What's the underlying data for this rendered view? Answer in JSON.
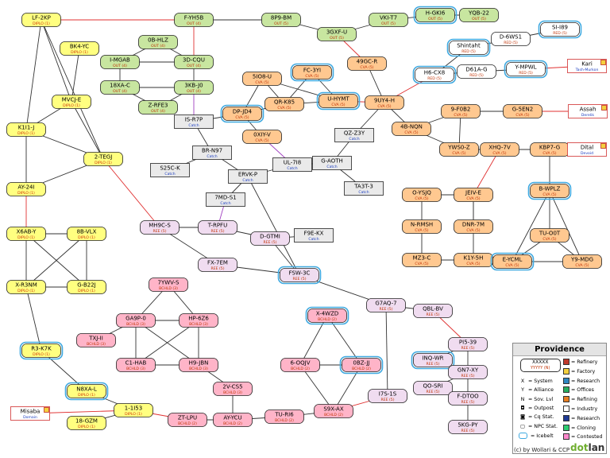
{
  "legend": {
    "title": "Providence",
    "sample_name": "XXXXX",
    "sample_sub": "YYYYY (N)",
    "col1": [
      {
        "key": "X",
        "label": "= System"
      },
      {
        "key": "Y",
        "label": "= Alliance"
      },
      {
        "key": "N",
        "label": "= Sov. Lvl"
      },
      {
        "key": "◘",
        "label": "= Outpost"
      },
      {
        "key": "◙",
        "label": "= Cq Stat."
      },
      {
        "key": "▢",
        "label": "= NPC Stat."
      },
      {
        "key": "▭",
        "label": "= Icebelt"
      }
    ],
    "col2": [
      {
        "label": "= Refinery",
        "color": "#c0392b"
      },
      {
        "label": "= Factory",
        "color": "#f4d03f"
      },
      {
        "label": "= Research",
        "color": "#2e86c1"
      },
      {
        "label": "= Offices",
        "color": "#27ae60"
      },
      {
        "label": "= Refining",
        "color": "#e67e22"
      },
      {
        "label": "= Industry",
        "color": "#ffffff"
      },
      {
        "label": "= Research",
        "color": "#1f3a93"
      },
      {
        "label": "= Cloning",
        "color": "#2ecc71"
      },
      {
        "label": "= Contested",
        "color": "#ff88cc"
      }
    ]
  },
  "credits": "(c) by Wollari & CCP",
  "logo": {
    "a": "dot",
    "b": "lan"
  },
  "colors": {
    "DIPLO": "#ffff80",
    "OUT": "#c8e6a0",
    "CVA": "#ffc890",
    "RED": "#ffffff",
    "REE": "#f0dcf0",
    "BCHLD": "#ffb4c8",
    "CATCH": "#eaeaea",
    "NPC": "#ffffff"
  },
  "subcolors": {
    "DIPLO": "#d03000",
    "OUT": "#c03000",
    "CVA": "#c03000",
    "RED": "#c03000",
    "REE": "#c03000",
    "BCHLD": "#c03000",
    "CATCH": "#1a3cc0",
    "NPC": "#1a3cc0"
  },
  "nodes": [
    {
      "id": "LF-2KP",
      "sub": "DIPLO (1)",
      "c": "DIPLO"
    },
    {
      "id": "BK4-YC",
      "sub": "DIPLO (1)",
      "c": "DIPLO"
    },
    {
      "id": "MVCJ-E",
      "sub": "DIPLO (1)",
      "c": "DIPLO"
    },
    {
      "id": "K1I1-J",
      "sub": "DIPLO (1)",
      "c": "DIPLO"
    },
    {
      "id": "2-TEGJ",
      "sub": "DIPLO (1)",
      "c": "DIPLO"
    },
    {
      "id": "AY-24I",
      "sub": "DIPLO (1)",
      "c": "DIPLO"
    },
    {
      "id": "X6AB-Y",
      "sub": "DIPLO (1)",
      "c": "DIPLO"
    },
    {
      "id": "8B-VLX",
      "sub": "DIPLO (1)",
      "c": "DIPLO"
    },
    {
      "id": "X-R3NM",
      "sub": "DIPLO (1)",
      "c": "DIPLO"
    },
    {
      "id": "G-B22J",
      "sub": "DIPLO (1)",
      "c": "DIPLO"
    },
    {
      "id": "R3-K7K",
      "sub": "DIPLO (1)",
      "c": "DIPLO",
      "ice": true
    },
    {
      "id": "N8XA-L",
      "sub": "DIPLO (1)",
      "c": "DIPLO",
      "ice": true
    },
    {
      "id": "Misaba",
      "sub": "Domain",
      "c": "NPC"
    },
    {
      "id": "1-1I53",
      "sub": "DIPLO (1)",
      "c": "DIPLO"
    },
    {
      "id": "18-GZM",
      "sub": "DIPLO (1)",
      "c": "DIPLO"
    },
    {
      "id": "F-YH5B",
      "sub": "OUT (4)",
      "c": "OUT"
    },
    {
      "id": "0B-HLZ",
      "sub": "OUT (4)",
      "c": "OUT"
    },
    {
      "id": "I-MGAB",
      "sub": "OUT (4)",
      "c": "OUT"
    },
    {
      "id": "3D-CQU",
      "sub": "OUT (4)",
      "c": "OUT"
    },
    {
      "id": "18XA-C",
      "sub": "OUT (4)",
      "c": "OUT"
    },
    {
      "id": "3KB-J0",
      "sub": "OUT (4)",
      "c": "OUT"
    },
    {
      "id": "Z-RFE3",
      "sub": "OUT (4)",
      "c": "OUT"
    },
    {
      "id": "8P9-BM",
      "sub": "OUT (5)",
      "c": "OUT"
    },
    {
      "id": "VKI-T7",
      "sub": "OUT (5)",
      "c": "OUT"
    },
    {
      "id": "H-GKI6",
      "sub": "OUT (5)",
      "c": "OUT",
      "ice": true
    },
    {
      "id": "YQB-22",
      "sub": "OUT (5)",
      "c": "OUT"
    },
    {
      "id": "3GXF-U",
      "sub": "OUT (5)",
      "c": "OUT"
    },
    {
      "id": "IS-R7P",
      "sub": "Catch",
      "c": "CATCH"
    },
    {
      "id": "DP-JD4",
      "sub": "CVA (5)",
      "c": "CVA",
      "ice": true
    },
    {
      "id": "5IO8-U",
      "sub": "CVA (5)",
      "c": "CVA"
    },
    {
      "id": "FC-3YI",
      "sub": "CVA (5)",
      "c": "CVA",
      "ice": true
    },
    {
      "id": "QR-K85",
      "sub": "CVA (5)",
      "c": "CVA"
    },
    {
      "id": "U-HYMT",
      "sub": "CVA (5)",
      "c": "CVA",
      "ice": true
    },
    {
      "id": "49GC-R",
      "sub": "CVA (5)",
      "c": "CVA"
    },
    {
      "id": "9UY4-H",
      "sub": "CVA (5)",
      "c": "CVA"
    },
    {
      "id": "0XIY-V",
      "sub": "CVA (5)",
      "c": "CVA"
    },
    {
      "id": "Shintaht",
      "sub": "RED (5)",
      "c": "RED",
      "ice": true
    },
    {
      "id": "D-6WS1",
      "sub": "RED (5)",
      "c": "RED"
    },
    {
      "id": "SI-I89",
      "sub": "RED (5)",
      "c": "RED",
      "ice": true
    },
    {
      "id": "H6-CX8",
      "sub": "RED (5)",
      "c": "RED",
      "ice": true
    },
    {
      "id": "D61A-G",
      "sub": "RED (5)",
      "c": "RED"
    },
    {
      "id": "Y-MPWL",
      "sub": "RED (5)",
      "c": "RED",
      "ice": true
    },
    {
      "id": "Kari",
      "sub": "Tash-Murkon",
      "c": "NPC"
    },
    {
      "id": "BR-N97",
      "sub": "Catch",
      "c": "CATCH"
    },
    {
      "id": "S25C-K",
      "sub": "Catch",
      "c": "CATCH"
    },
    {
      "id": "ERVK-P",
      "sub": "Catch",
      "c": "CATCH"
    },
    {
      "id": "UL-7I8",
      "sub": "Catch",
      "c": "CATCH"
    },
    {
      "id": "QZ-Z3Y",
      "sub": "Catch",
      "c": "CATCH"
    },
    {
      "id": "G-AOTH",
      "sub": "Catch",
      "c": "CATCH"
    },
    {
      "id": "TA3T-3",
      "sub": "Catch",
      "c": "CATCH"
    },
    {
      "id": "7MD-S1",
      "sub": "Catch",
      "c": "CATCH"
    },
    {
      "id": "9-F0B2",
      "sub": "CVA (5)",
      "c": "CVA"
    },
    {
      "id": "G-5EN2",
      "sub": "CVA (5)",
      "c": "CVA"
    },
    {
      "id": "Assah",
      "sub": "Derelik",
      "c": "NPC"
    },
    {
      "id": "4B-NQN",
      "sub": "CVA (5)",
      "c": "CVA"
    },
    {
      "id": "YWS0-Z",
      "sub": "CVA (5)",
      "c": "CVA"
    },
    {
      "id": "XHQ-7V",
      "sub": "CVA (5)",
      "c": "CVA"
    },
    {
      "id": "KBP7-G",
      "sub": "CVA (5)",
      "c": "CVA"
    },
    {
      "id": "Dital",
      "sub": "Devoid",
      "c": "NPC"
    },
    {
      "id": "O-YSJQ",
      "sub": "CVA (5)",
      "c": "CVA"
    },
    {
      "id": "JEIV-E",
      "sub": "CVA (5)",
      "c": "CVA"
    },
    {
      "id": "B-WPLZ",
      "sub": "CVA (5)",
      "c": "CVA",
      "ice": true
    },
    {
      "id": "N-RMSH",
      "sub": "CVA (5)",
      "c": "CVA"
    },
    {
      "id": "DNR-7M",
      "sub": "CVA (5)",
      "c": "CVA"
    },
    {
      "id": "TU-O0T",
      "sub": "CVA (5)",
      "c": "CVA"
    },
    {
      "id": "MZ3-C",
      "sub": "CVA (5)",
      "c": "CVA"
    },
    {
      "id": "K1Y-5H",
      "sub": "CVA (5)",
      "c": "CVA"
    },
    {
      "id": "E-YCML",
      "sub": "CVA (5)",
      "c": "CVA",
      "ice": true
    },
    {
      "id": "Y9-MDG",
      "sub": "CVA (5)",
      "c": "CVA"
    },
    {
      "id": "MH9C-S",
      "sub": "REE (5)",
      "c": "REE"
    },
    {
      "id": "T-RPFU",
      "sub": "REE (5)",
      "c": "REE"
    },
    {
      "id": "D-GTMI",
      "sub": "REE (5)",
      "c": "REE"
    },
    {
      "id": "F9E-KX",
      "sub": "Catch",
      "c": "CATCH"
    },
    {
      "id": "FX-7EM",
      "sub": "REE (5)",
      "c": "REE"
    },
    {
      "id": "FSW-3C",
      "sub": "REE (5)",
      "c": "REE",
      "ice": true
    },
    {
      "id": "G7AQ-7",
      "sub": "REE (5)",
      "c": "REE"
    },
    {
      "id": "QBL-BV",
      "sub": "REE (5)",
      "c": "REE"
    },
    {
      "id": "7YWV-S",
      "sub": "BCHLD (3)",
      "c": "BCHLD"
    },
    {
      "id": "GA9P-0",
      "sub": "BCHLD (3)",
      "c": "BCHLD"
    },
    {
      "id": "HP-6Z6",
      "sub": "BCHLD (3)",
      "c": "BCHLD"
    },
    {
      "id": "TXJ-II",
      "sub": "BCHLD (3)",
      "c": "BCHLD"
    },
    {
      "id": "C1-HAB",
      "sub": "BCHLD (3)",
      "c": "BCHLD"
    },
    {
      "id": "H9-JBN",
      "sub": "BCHLD (3)",
      "c": "BCHLD"
    },
    {
      "id": "2V-CS5",
      "sub": "BCHLD (3)",
      "c": "BCHLD"
    },
    {
      "id": "ZT-LPU",
      "sub": "BCHLD (2)",
      "c": "BCHLD"
    },
    {
      "id": "AY-YCU",
      "sub": "BCHLD (2)",
      "c": "BCHLD"
    },
    {
      "id": "TU-RI6",
      "sub": "BCHLD (2)",
      "c": "BCHLD"
    },
    {
      "id": "X-4WZD",
      "sub": "BCHLD (2)",
      "c": "BCHLD",
      "ice": true
    },
    {
      "id": "6-OQJV",
      "sub": "BCHLD (2)",
      "c": "BCHLD"
    },
    {
      "id": "0BZ-JJ",
      "sub": "BCHLD (2)",
      "c": "BCHLD",
      "ice": true
    },
    {
      "id": "S9X-AX",
      "sub": "BCHLD (2)",
      "c": "BCHLD"
    },
    {
      "id": "I7S-1S",
      "sub": "REE (5)",
      "c": "REE"
    },
    {
      "id": "PI5-39",
      "sub": "REE (5)",
      "c": "REE"
    },
    {
      "id": "INQ-WR",
      "sub": "REE (5)",
      "c": "REE",
      "ice": true
    },
    {
      "id": "GN7-XY",
      "sub": "REE (5)",
      "c": "REE"
    },
    {
      "id": "QO-SRI",
      "sub": "REE (5)",
      "c": "REE"
    },
    {
      "id": "F-DTOO",
      "sub": "REE (5)",
      "c": "REE"
    },
    {
      "id": "5KG-PY",
      "sub": "REE (5)",
      "c": "REE"
    }
  ],
  "edges": [
    [
      "LF-2KP",
      "F-YH5B",
      "r"
    ],
    [
      "LF-2KP",
      "MVCJ-E",
      "b"
    ],
    [
      "LF-2KP",
      "2-TEGJ",
      "b"
    ],
    [
      "LF-2KP",
      "K1I1-J",
      "b"
    ],
    [
      "BK4-YC",
      "MVCJ-E",
      "b"
    ],
    [
      "MVCJ-E",
      "K1I1-J",
      "b"
    ],
    [
      "MVCJ-E",
      "2-TEGJ",
      "b"
    ],
    [
      "K1I1-J",
      "2-TEGJ",
      "b"
    ],
    [
      "K1I1-J",
      "AY-24I",
      "b"
    ],
    [
      "AY-24I",
      "2-TEGJ",
      "b"
    ],
    [
      "AY-24I",
      "X6AB-Y",
      "r"
    ],
    [
      "X6AB-Y",
      "8B-VLX",
      "b"
    ],
    [
      "X6AB-Y",
      "X-R3NM",
      "b"
    ],
    [
      "X6AB-Y",
      "G-B22J",
      "b"
    ],
    [
      "8B-VLX",
      "X-R3NM",
      "b"
    ],
    [
      "8B-VLX",
      "G-B22J",
      "b"
    ],
    [
      "X-R3NM",
      "G-B22J",
      "b"
    ],
    [
      "X-R3NM",
      "R3-K7K",
      "b"
    ],
    [
      "R3-K7K",
      "N8XA-L",
      "b"
    ],
    [
      "N8XA-L",
      "1-1I53",
      "b"
    ],
    [
      "1-1I53",
      "Misaba",
      "r"
    ],
    [
      "1-1I53",
      "18-GZM",
      "b"
    ],
    [
      "1-1I53",
      "ZT-LPU",
      "r"
    ],
    [
      "2-TEGJ",
      "MH9C-S",
      "r"
    ],
    [
      "F-YH5B",
      "8P9-BM",
      "b"
    ],
    [
      "F-YH5B",
      "3D-CQU",
      "r"
    ],
    [
      "8P9-BM",
      "3GXF-U",
      "b"
    ],
    [
      "3GXF-U",
      "VKI-T7",
      "b"
    ],
    [
      "VKI-T7",
      "H-GKI6",
      "b"
    ],
    [
      "H-GKI6",
      "YQB-22",
      "b"
    ],
    [
      "3GXF-U",
      "49GC-R",
      "r"
    ],
    [
      "0B-HLZ",
      "3D-CQU",
      "b"
    ],
    [
      "I-MGAB",
      "0B-HLZ",
      "b"
    ],
    [
      "I-MGAB",
      "3D-CQU",
      "b"
    ],
    [
      "I-MGAB",
      "18XA-C",
      "b"
    ],
    [
      "3D-CQU",
      "3KB-J0",
      "b"
    ],
    [
      "18XA-C",
      "3KB-J0",
      "b"
    ],
    [
      "3KB-J0",
      "Z-RFE3",
      "b"
    ],
    [
      "18XA-C",
      "Z-RFE3",
      "b"
    ],
    [
      "3KB-J0",
      "IS-R7P",
      "p"
    ],
    [
      "IS-R7P",
      "DP-JD4",
      "b"
    ],
    [
      "IS-R7P",
      "BR-N97",
      "b"
    ],
    [
      "DP-JD4",
      "5IO8-U",
      "b"
    ],
    [
      "DP-JD4",
      "QR-K85",
      "b"
    ],
    [
      "DP-JD4",
      "0XIY-V",
      "b"
    ],
    [
      "5IO8-U",
      "QR-K85",
      "b"
    ],
    [
      "5IO8-U",
      "U-HYMT",
      "b"
    ],
    [
      "FC-3YI",
      "QR-K85",
      "b"
    ],
    [
      "FC-3YI",
      "U-HYMT",
      "b"
    ],
    [
      "QR-K85",
      "U-HYMT",
      "b"
    ],
    [
      "U-HYMT",
      "9UY4-H",
      "r"
    ],
    [
      "49GC-R",
      "9UY4-H",
      "b"
    ],
    [
      "9UY4-H",
      "H6-CX8",
      "r"
    ],
    [
      "9UY4-H",
      "QZ-Z3Y",
      "b"
    ],
    [
      "9UY4-H",
      "4B-NQN",
      "b"
    ],
    [
      "0XIY-V",
      "UL-7I8",
      "p"
    ],
    [
      "H6-CX8",
      "Shintaht",
      "b"
    ],
    [
      "Shintaht",
      "D-6WS1",
      "b"
    ],
    [
      "D-6WS1",
      "SI-I89",
      "b"
    ],
    [
      "H6-CX8",
      "D61A-G",
      "b"
    ],
    [
      "D61A-G",
      "Y-MPWL",
      "b"
    ],
    [
      "Y-MPWL",
      "Kari",
      "r"
    ],
    [
      "BR-N97",
      "S25C-K",
      "b"
    ],
    [
      "BR-N97",
      "ERVK-P",
      "b"
    ],
    [
      "ERVK-P",
      "UL-7I8",
      "b"
    ],
    [
      "ERVK-P",
      "7MD-S1",
      "b"
    ],
    [
      "UL-7I8",
      "G-AOTH",
      "b"
    ],
    [
      "QZ-Z3Y",
      "G-AOTH",
      "b"
    ],
    [
      "G-AOTH",
      "TA3T-3",
      "b"
    ],
    [
      "7MD-S1",
      "T-RPFU",
      "p"
    ],
    [
      "4B-NQN",
      "9-F0B2",
      "b"
    ],
    [
      "4B-NQN",
      "YWS0-Z",
      "b"
    ],
    [
      "9-F0B2",
      "YWS0-Z",
      "b"
    ],
    [
      "9-F0B2",
      "G-5EN2",
      "b"
    ],
    [
      "G-5EN2",
      "Assah",
      "r"
    ],
    [
      "YWS0-Z",
      "XHQ-7V",
      "b"
    ],
    [
      "XHQ-7V",
      "KBP7-G",
      "b"
    ],
    [
      "KBP7-G",
      "Dital",
      "b"
    ],
    [
      "XHQ-7V",
      "JEIV-E",
      "r"
    ],
    [
      "KBP7-G",
      "B-WPLZ",
      "b"
    ],
    [
      "O-YSJQ",
      "JEIV-E",
      "b"
    ],
    [
      "O-YSJQ",
      "N-RMSH",
      "b"
    ],
    [
      "JEIV-E",
      "DNR-7M",
      "b"
    ],
    [
      "JEIV-E",
      "K1Y-5H",
      "b"
    ],
    [
      "N-RMSH",
      "MZ3-C",
      "b"
    ],
    [
      "MZ3-C",
      "K1Y-5H",
      "b"
    ],
    [
      "B-WPLZ",
      "TU-O0T",
      "b"
    ],
    [
      "B-WPLZ",
      "E-YCML",
      "b"
    ],
    [
      "B-WPLZ",
      "Y9-MDG",
      "b"
    ],
    [
      "TU-O0T",
      "E-YCML",
      "b"
    ],
    [
      "TU-O0T",
      "Y9-MDG",
      "b"
    ],
    [
      "E-YCML",
      "Y9-MDG",
      "b"
    ],
    [
      "MH9C-S",
      "T-RPFU",
      "b"
    ],
    [
      "MH9C-S",
      "FX-7EM",
      "b"
    ],
    [
      "T-RPFU",
      "D-GTMI",
      "b"
    ],
    [
      "D-GTMI",
      "F9E-KX",
      "b"
    ],
    [
      "D-GTMI",
      "FSW-3C",
      "b"
    ],
    [
      "FX-7EM",
      "FSW-3C",
      "b"
    ],
    [
      "ERVK-P",
      "FSW-3C",
      "b"
    ],
    [
      "FSW-3C",
      "G7AQ-7",
      "b"
    ],
    [
      "G7AQ-7",
      "QBL-BV",
      "b"
    ],
    [
      "G7AQ-7",
      "I7S-1S",
      "b"
    ],
    [
      "QBL-BV",
      "PI5-39",
      "r"
    ],
    [
      "7YWV-S",
      "GA9P-0",
      "b"
    ],
    [
      "7YWV-S",
      "HP-6Z6",
      "b"
    ],
    [
      "GA9P-0",
      "HP-6Z6",
      "b"
    ],
    [
      "GA9P-0",
      "TXJ-II",
      "b"
    ],
    [
      "GA9P-0",
      "C1-HAB",
      "b"
    ],
    [
      "GA9P-0",
      "H9-JBN",
      "b"
    ],
    [
      "HP-6Z6",
      "C1-HAB",
      "b"
    ],
    [
      "HP-6Z6",
      "H9-JBN",
      "b"
    ],
    [
      "C1-HAB",
      "H9-JBN",
      "b"
    ],
    [
      "H9-JBN",
      "2V-CS5",
      "b"
    ],
    [
      "2V-CS5",
      "AY-YCU",
      "b"
    ],
    [
      "ZT-LPU",
      "AY-YCU",
      "b"
    ],
    [
      "AY-YCU",
      "TU-RI6",
      "b"
    ],
    [
      "TU-RI6",
      "S9X-AX",
      "b"
    ],
    [
      "X-4WZD",
      "6-OQJV",
      "b"
    ],
    [
      "X-4WZD",
      "0BZ-JJ",
      "b"
    ],
    [
      "6-OQJV",
      "0BZ-JJ",
      "b"
    ],
    [
      "6-OQJV",
      "S9X-AX",
      "b"
    ],
    [
      "0BZ-JJ",
      "S9X-AX",
      "b"
    ],
    [
      "S9X-AX",
      "I7S-1S",
      "r"
    ],
    [
      "PI5-39",
      "INQ-WR",
      "b"
    ],
    [
      "PI5-39",
      "GN7-XY",
      "b"
    ],
    [
      "INQ-WR",
      "GN7-XY",
      "b"
    ],
    [
      "QO-SRI",
      "GN7-XY",
      "b"
    ],
    [
      "GN7-XY",
      "F-DTOO",
      "b"
    ],
    [
      "F-DTOO",
      "5KG-PY",
      "b"
    ]
  ]
}
